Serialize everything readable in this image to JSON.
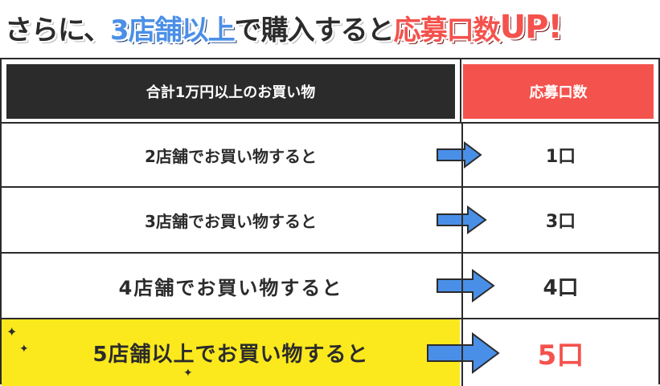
{
  "headline": {
    "part1": "さらに、",
    "part2": "3店舗以上",
    "part3": "で購入すると",
    "part4": "応募口数",
    "part5": "UP!"
  },
  "table": {
    "header_left": "合計1万円以上のお買い物",
    "header_right": "応募口数",
    "rows": [
      {
        "condition": "2店舗でお買い物すると",
        "count": "1口"
      },
      {
        "condition": "3店舗でお買い物すると",
        "count": "3口"
      },
      {
        "condition": "4店舗でお買い物すると",
        "count": "4口"
      },
      {
        "condition": "5店舗以上でお買い物すると",
        "count": "5口"
      }
    ]
  },
  "colors": {
    "dark": "#2b2b2b",
    "blue": "#4a8fe7",
    "red": "#f4524d",
    "yellow": "#fbe91d"
  },
  "icons": [
    "right-arrow-icon",
    "sparkle-icon"
  ]
}
